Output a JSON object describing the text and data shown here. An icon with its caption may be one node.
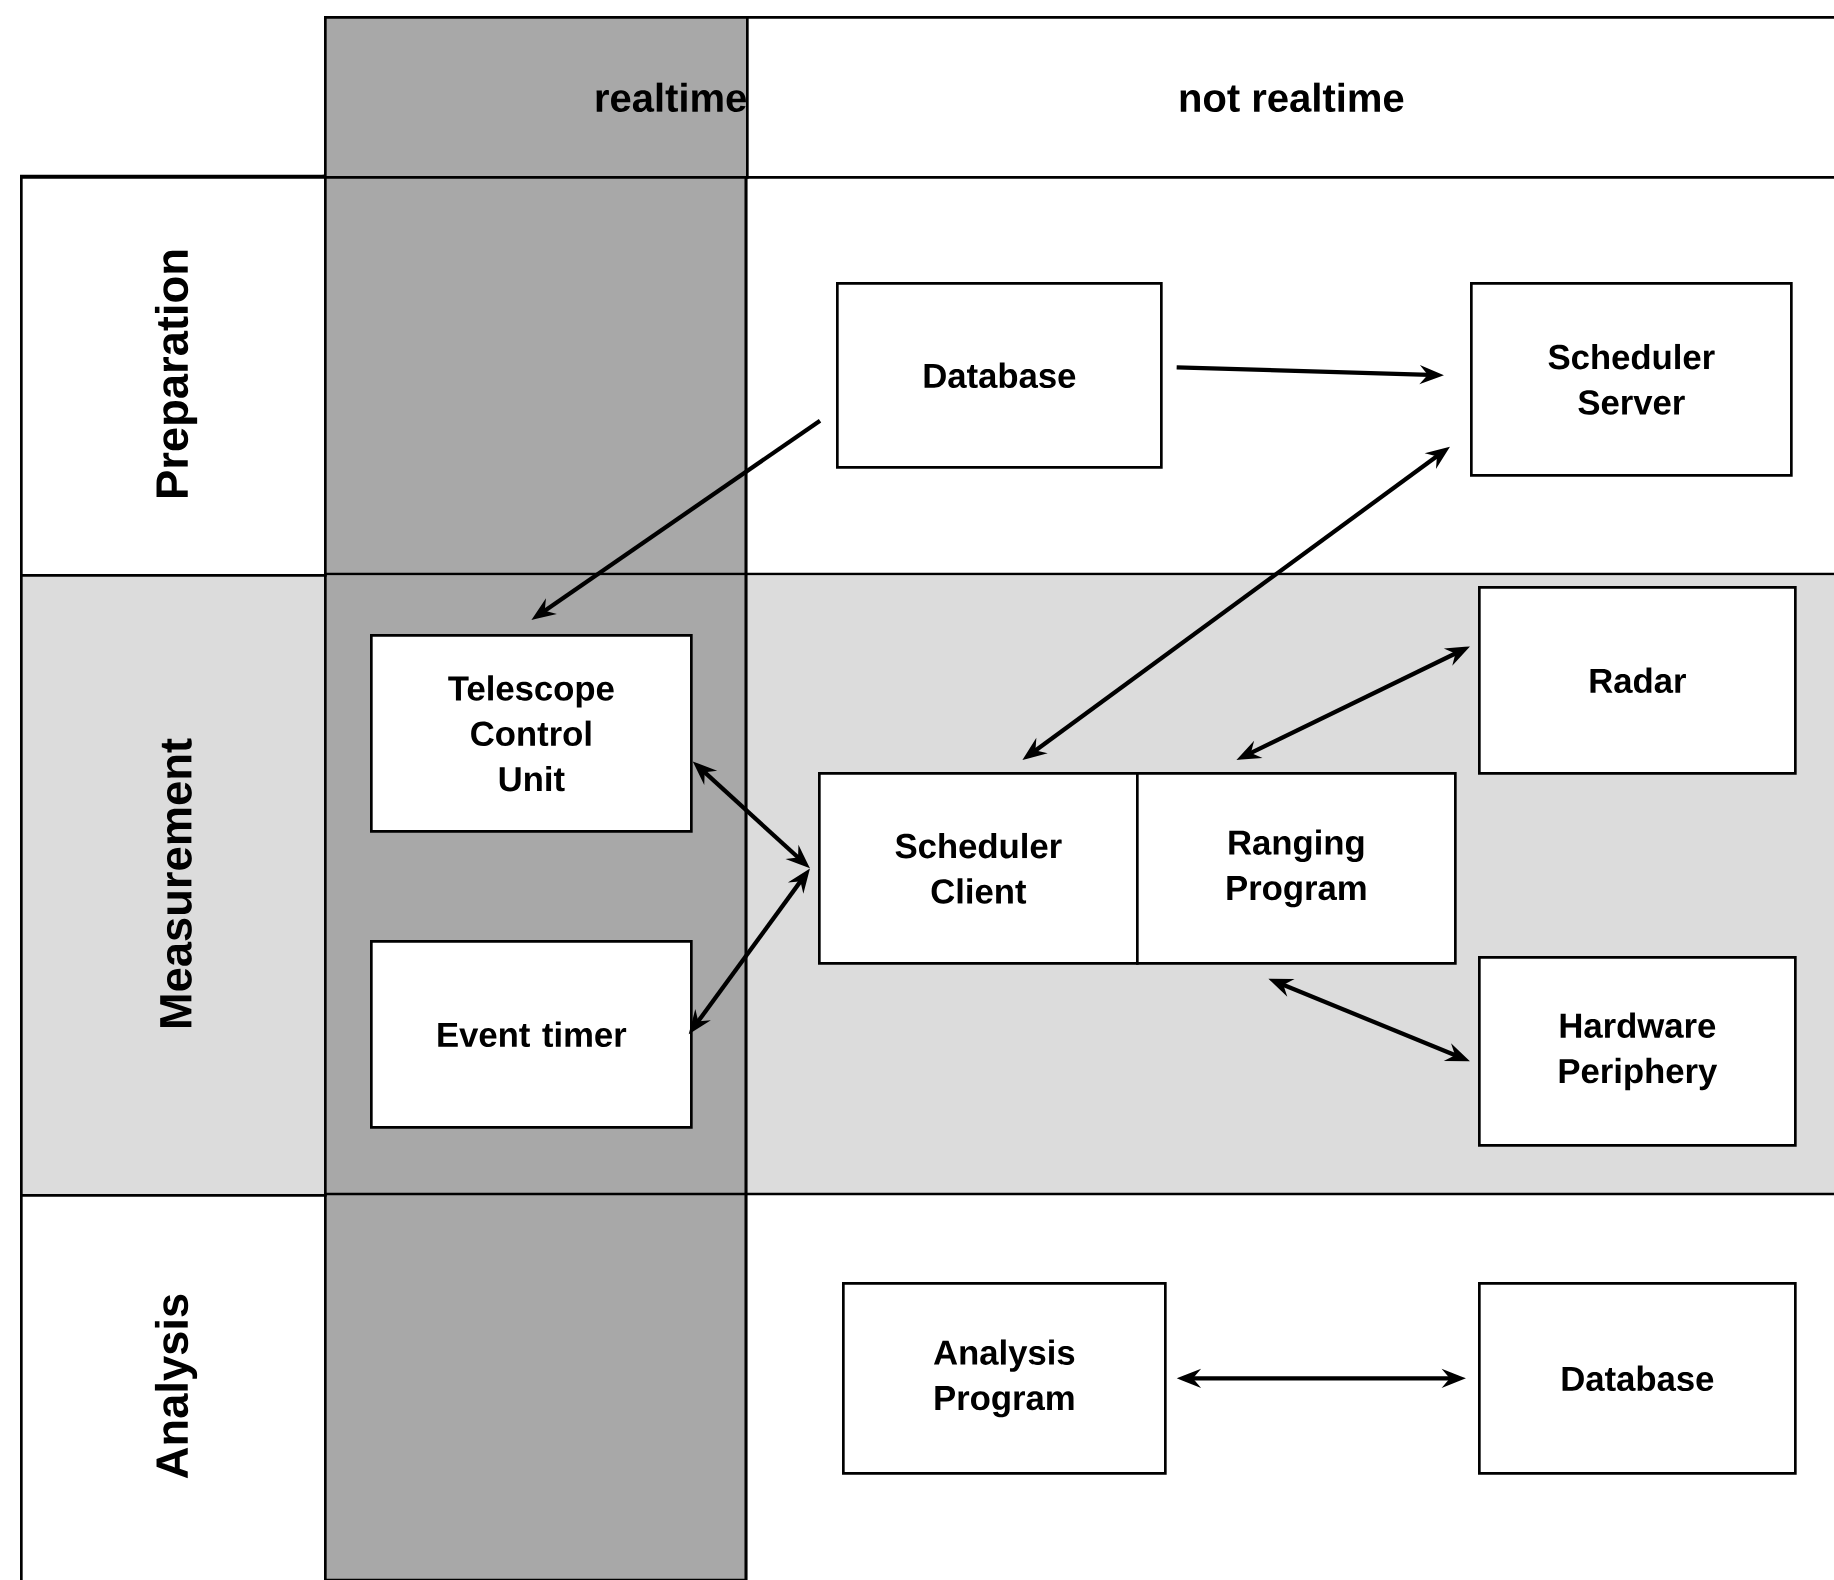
{
  "diagram": {
    "nodes": [
      {
        "text": [
          "realtime"
        ]
      },
      {
        "text": [
          "not realtime"
        ]
      },
      {
        "text": [
          "Preparation"
        ]
      },
      {
        "text": [
          "Measurement"
        ]
      },
      {
        "text": [
          "Analysis"
        ]
      },
      {
        "text": [
          "Database"
        ]
      },
      {
        "text": [
          "Scheduler Server"
        ]
      },
      {
        "text": [
          "Telescope Control Unit"
        ]
      },
      {
        "text": [
          "Radar"
        ]
      },
      {
        "text": [
          "Scheduler Client"
        ]
      },
      {
        "text": [
          "Ranging Program"
        ]
      },
      {
        "text": [
          "Event timer"
        ]
      },
      {
        "text": [
          "Hardware Periphery"
        ]
      },
      {
        "text": [
          "Analysis Program"
        ]
      },
      {
        "text": [
          "Database"
        ]
      }
    ],
    "edges": [
      {
        "from": 5,
        "to": 6,
        "arrow": "to"
      },
      {
        "from": 5,
        "to": 7,
        "arrow": "to"
      },
      {
        "from": 6,
        "to": 9,
        "arrow": "both"
      },
      {
        "from": 7,
        "to": 9,
        "arrow": "both"
      },
      {
        "from": 11,
        "to": 9,
        "arrow": "both"
      },
      {
        "from": 10,
        "to": 8,
        "arrow": "both"
      },
      {
        "from": 10,
        "to": 12,
        "arrow": "both"
      },
      {
        "from": 13,
        "to": 14,
        "arrow": "both"
      }
    ]
  }
}
